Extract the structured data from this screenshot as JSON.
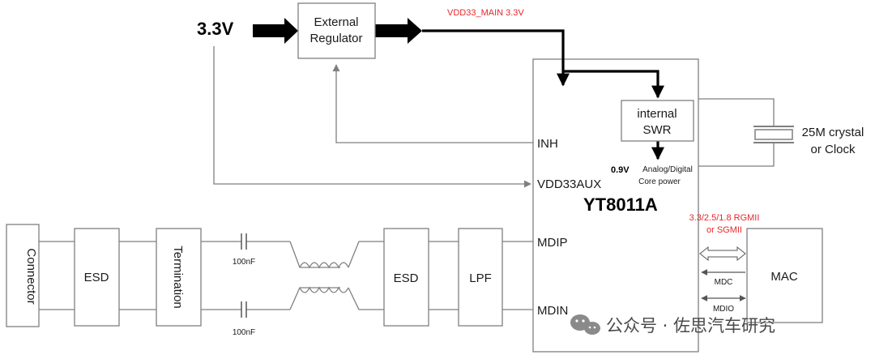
{
  "diagram": {
    "supply_label": "3.3V",
    "external_regulator": [
      "External",
      "Regulator"
    ],
    "vdd33_main": "VDD33_MAIN 3.3V",
    "chip_name": "YT8011A",
    "internal_swr": [
      "internal",
      "SWR"
    ],
    "core_voltage": "0.9V",
    "core_power": [
      "Analog/Digital",
      "Core power"
    ],
    "pins": {
      "inh": "INH",
      "vdd33aux": "VDD33AUX",
      "mdip": "MDIP",
      "mdin": "MDIN"
    },
    "crystal": [
      "25M crystal",
      "or Clock"
    ],
    "rgmii": [
      "3.3/2.5/1.8 RGMII",
      "or SGMII"
    ],
    "mac": "MAC",
    "mdc": "MDC",
    "mdio": "MDIO",
    "connector": "Connector",
    "esd_left": "ESD",
    "termination": "Termination",
    "cap_top": "100nF",
    "cap_bottom": "100nF",
    "esd_right": "ESD",
    "lpf": "LPF"
  },
  "watermark": "公众号 · 佐思汽车研究",
  "colors": {
    "accent_red": "#e8262a",
    "line_gray": "#7f7f7f"
  }
}
